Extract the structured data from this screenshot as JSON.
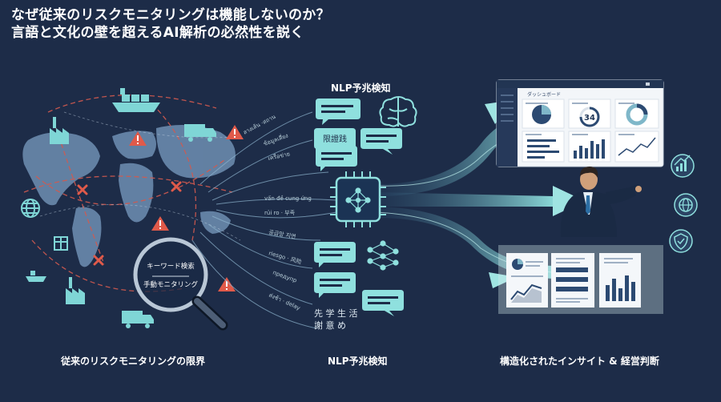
{
  "title": {
    "line1": "なぜ従来のリスクモニタリングは機能しないのか？",
    "line2": "言語と文化の壁を超えるAI解析の必然性を説く"
  },
  "sections": {
    "left_caption": "従来のリスクモニタリングの限界",
    "middle_top": "NLP予兆検知",
    "middle_caption": "NLP予兆検知",
    "right_caption": "構造化されたインサイト & 経営判断"
  },
  "magnifier": {
    "line1": "キーワード検索",
    "line2": "手動モニタリング"
  },
  "dashboard": {
    "header": "ダッシュボード",
    "gauge_value": "34"
  },
  "colors": {
    "background": "#1d2c48",
    "accent": "#7fd6d6",
    "map": "#6f8fb3",
    "alert": "#e05a4a",
    "dashed_route": "#d25a4f"
  },
  "icons": [
    "factory-icon",
    "ship-icon",
    "truck-icon",
    "globe-icon",
    "warning-icon",
    "brain-icon",
    "neural-network-icon",
    "ai-chip-icon",
    "chat-bubble-icon",
    "businessman-icon",
    "growth-chart-icon",
    "global-icon",
    "shield-handshake-icon"
  ]
}
